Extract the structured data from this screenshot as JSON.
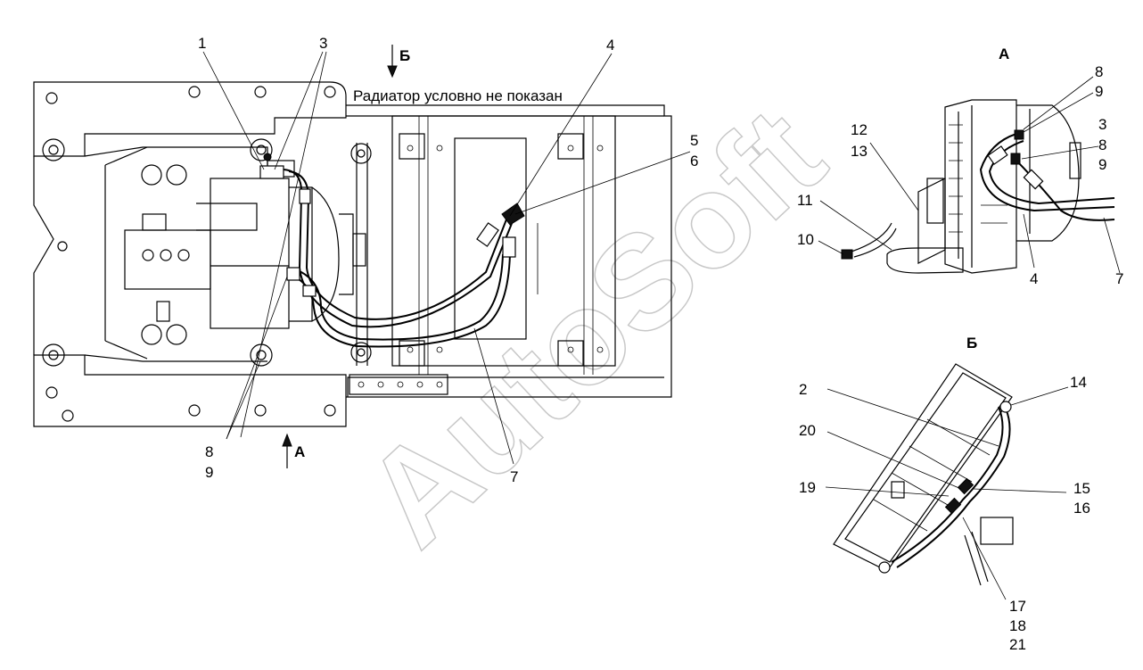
{
  "note": "Радиатор условно не показан",
  "watermark": "AutoSoft",
  "view_labels": {
    "a_arrow": "А",
    "b_arrow": "Б",
    "a_title": "А",
    "b_title": "Б"
  },
  "callouts_main": {
    "c1": "1",
    "c3": "3",
    "c4": "4",
    "c5": "5",
    "c6": "6",
    "c7": "7",
    "c8": "8",
    "c9": "9"
  },
  "callouts_view_a": {
    "c8a": "8",
    "c9a": "9",
    "c3": "3",
    "c8b": "8",
    "c9b": "9",
    "c12": "12",
    "c13": "13",
    "c11": "11",
    "c10": "10",
    "c4": "4",
    "c7": "7"
  },
  "callouts_view_b": {
    "c14": "14",
    "c2": "2",
    "c20": "20",
    "c19": "19",
    "c15": "15",
    "c16": "16",
    "c17": "17",
    "c18": "18",
    "c21": "21"
  }
}
